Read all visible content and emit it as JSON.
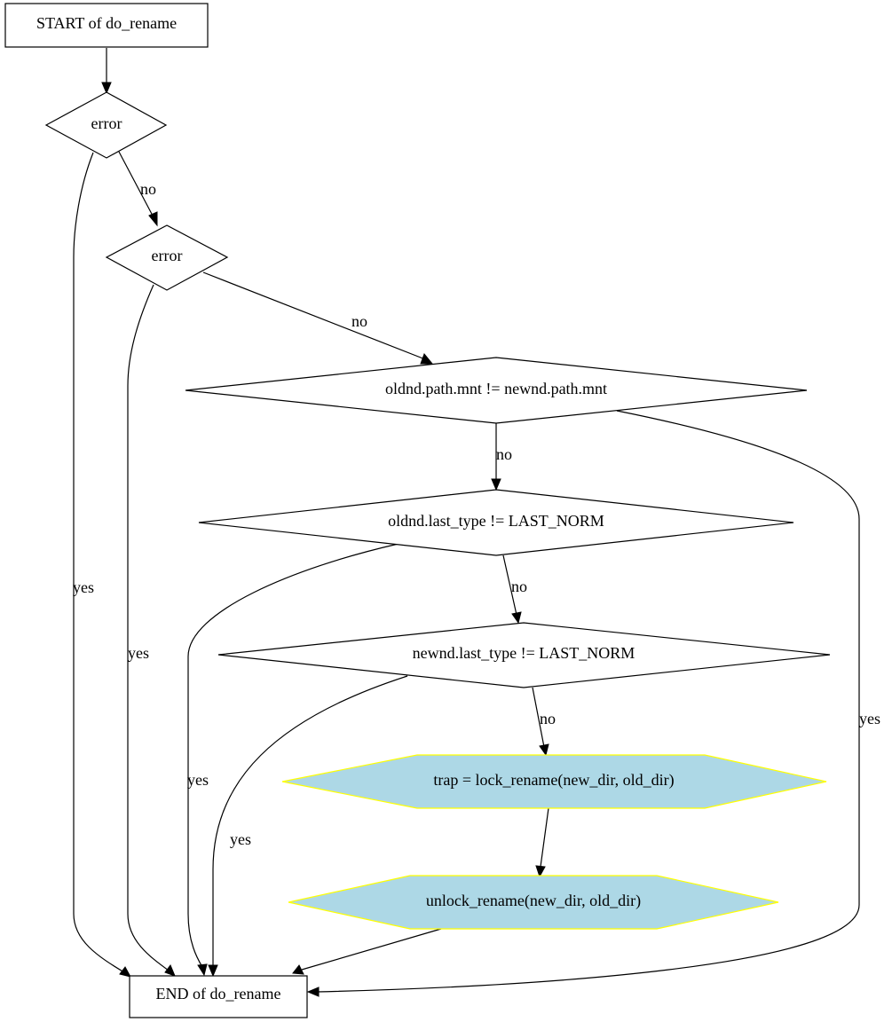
{
  "nodes": {
    "start": "START of do_rename",
    "error1": "error",
    "error2": "error",
    "mnt_check": "oldnd.path.mnt != newnd.path.mnt",
    "old_type_check": "oldnd.last_type != LAST_NORM",
    "new_type_check": "newnd.last_type != LAST_NORM",
    "lock": "trap = lock_rename(new_dir, old_dir)",
    "unlock": "unlock_rename(new_dir, old_dir)",
    "end": "END of do_rename"
  },
  "edges": {
    "error1_no": "no",
    "error1_yes": "yes",
    "error2_no": "no",
    "error2_yes": "yes",
    "mnt_no": "no",
    "mnt_yes": "yes",
    "old_type_no": "no",
    "old_type_yes": "yes",
    "new_type_no": "no",
    "new_type_yes": "yes"
  },
  "colors": {
    "process_fill": "#add8e6",
    "process_stroke": "#ffff00",
    "line": "#000000"
  }
}
